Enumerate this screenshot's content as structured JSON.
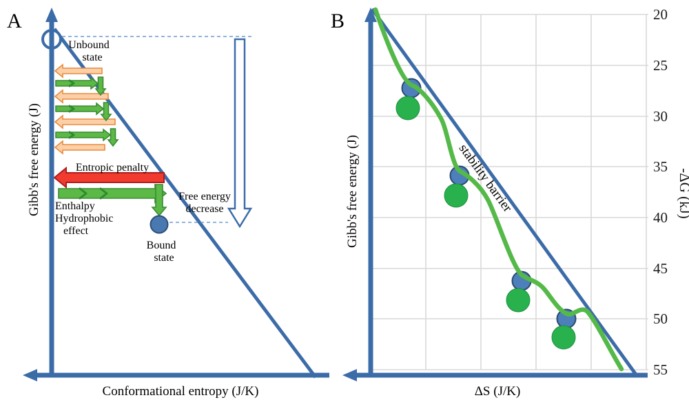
{
  "panelA": {
    "label": "A",
    "y_axis_label": "Gibb's free energy (J)",
    "x_axis_label": "Conformational entropy (J/K)",
    "unbound_state": [
      "Unbound",
      "state"
    ],
    "bound_state": [
      "Bound",
      "state"
    ],
    "entropic_penalty": "Entropic penalty",
    "enthalpy": [
      "Enthalpy",
      "Hydrophobic",
      "effect"
    ],
    "free_energy_decrease": [
      "Free energy",
      "decrease"
    ]
  },
  "panelB": {
    "label": "B",
    "y_axis_label": "Gibb's free energy (J)",
    "x_axis_label": "ΔS (J/K)",
    "right_axis_label": "-ΔG (kJ)",
    "stability_barrier": "stability barrier",
    "ticks": [
      "20",
      "25",
      "30",
      "35",
      "40",
      "45",
      "50",
      "55"
    ]
  },
  "colors": {
    "axis_blue": "#3c6ca8",
    "curve_green": "#54b948",
    "arrow_green": "#5db946",
    "arrow_orange": "#fbd0a9",
    "arrow_red": "#f03b2e",
    "grid_gray": "#d9d9d9",
    "ball_blue": "#4d7fba",
    "ball_green": "#28b14c"
  }
}
